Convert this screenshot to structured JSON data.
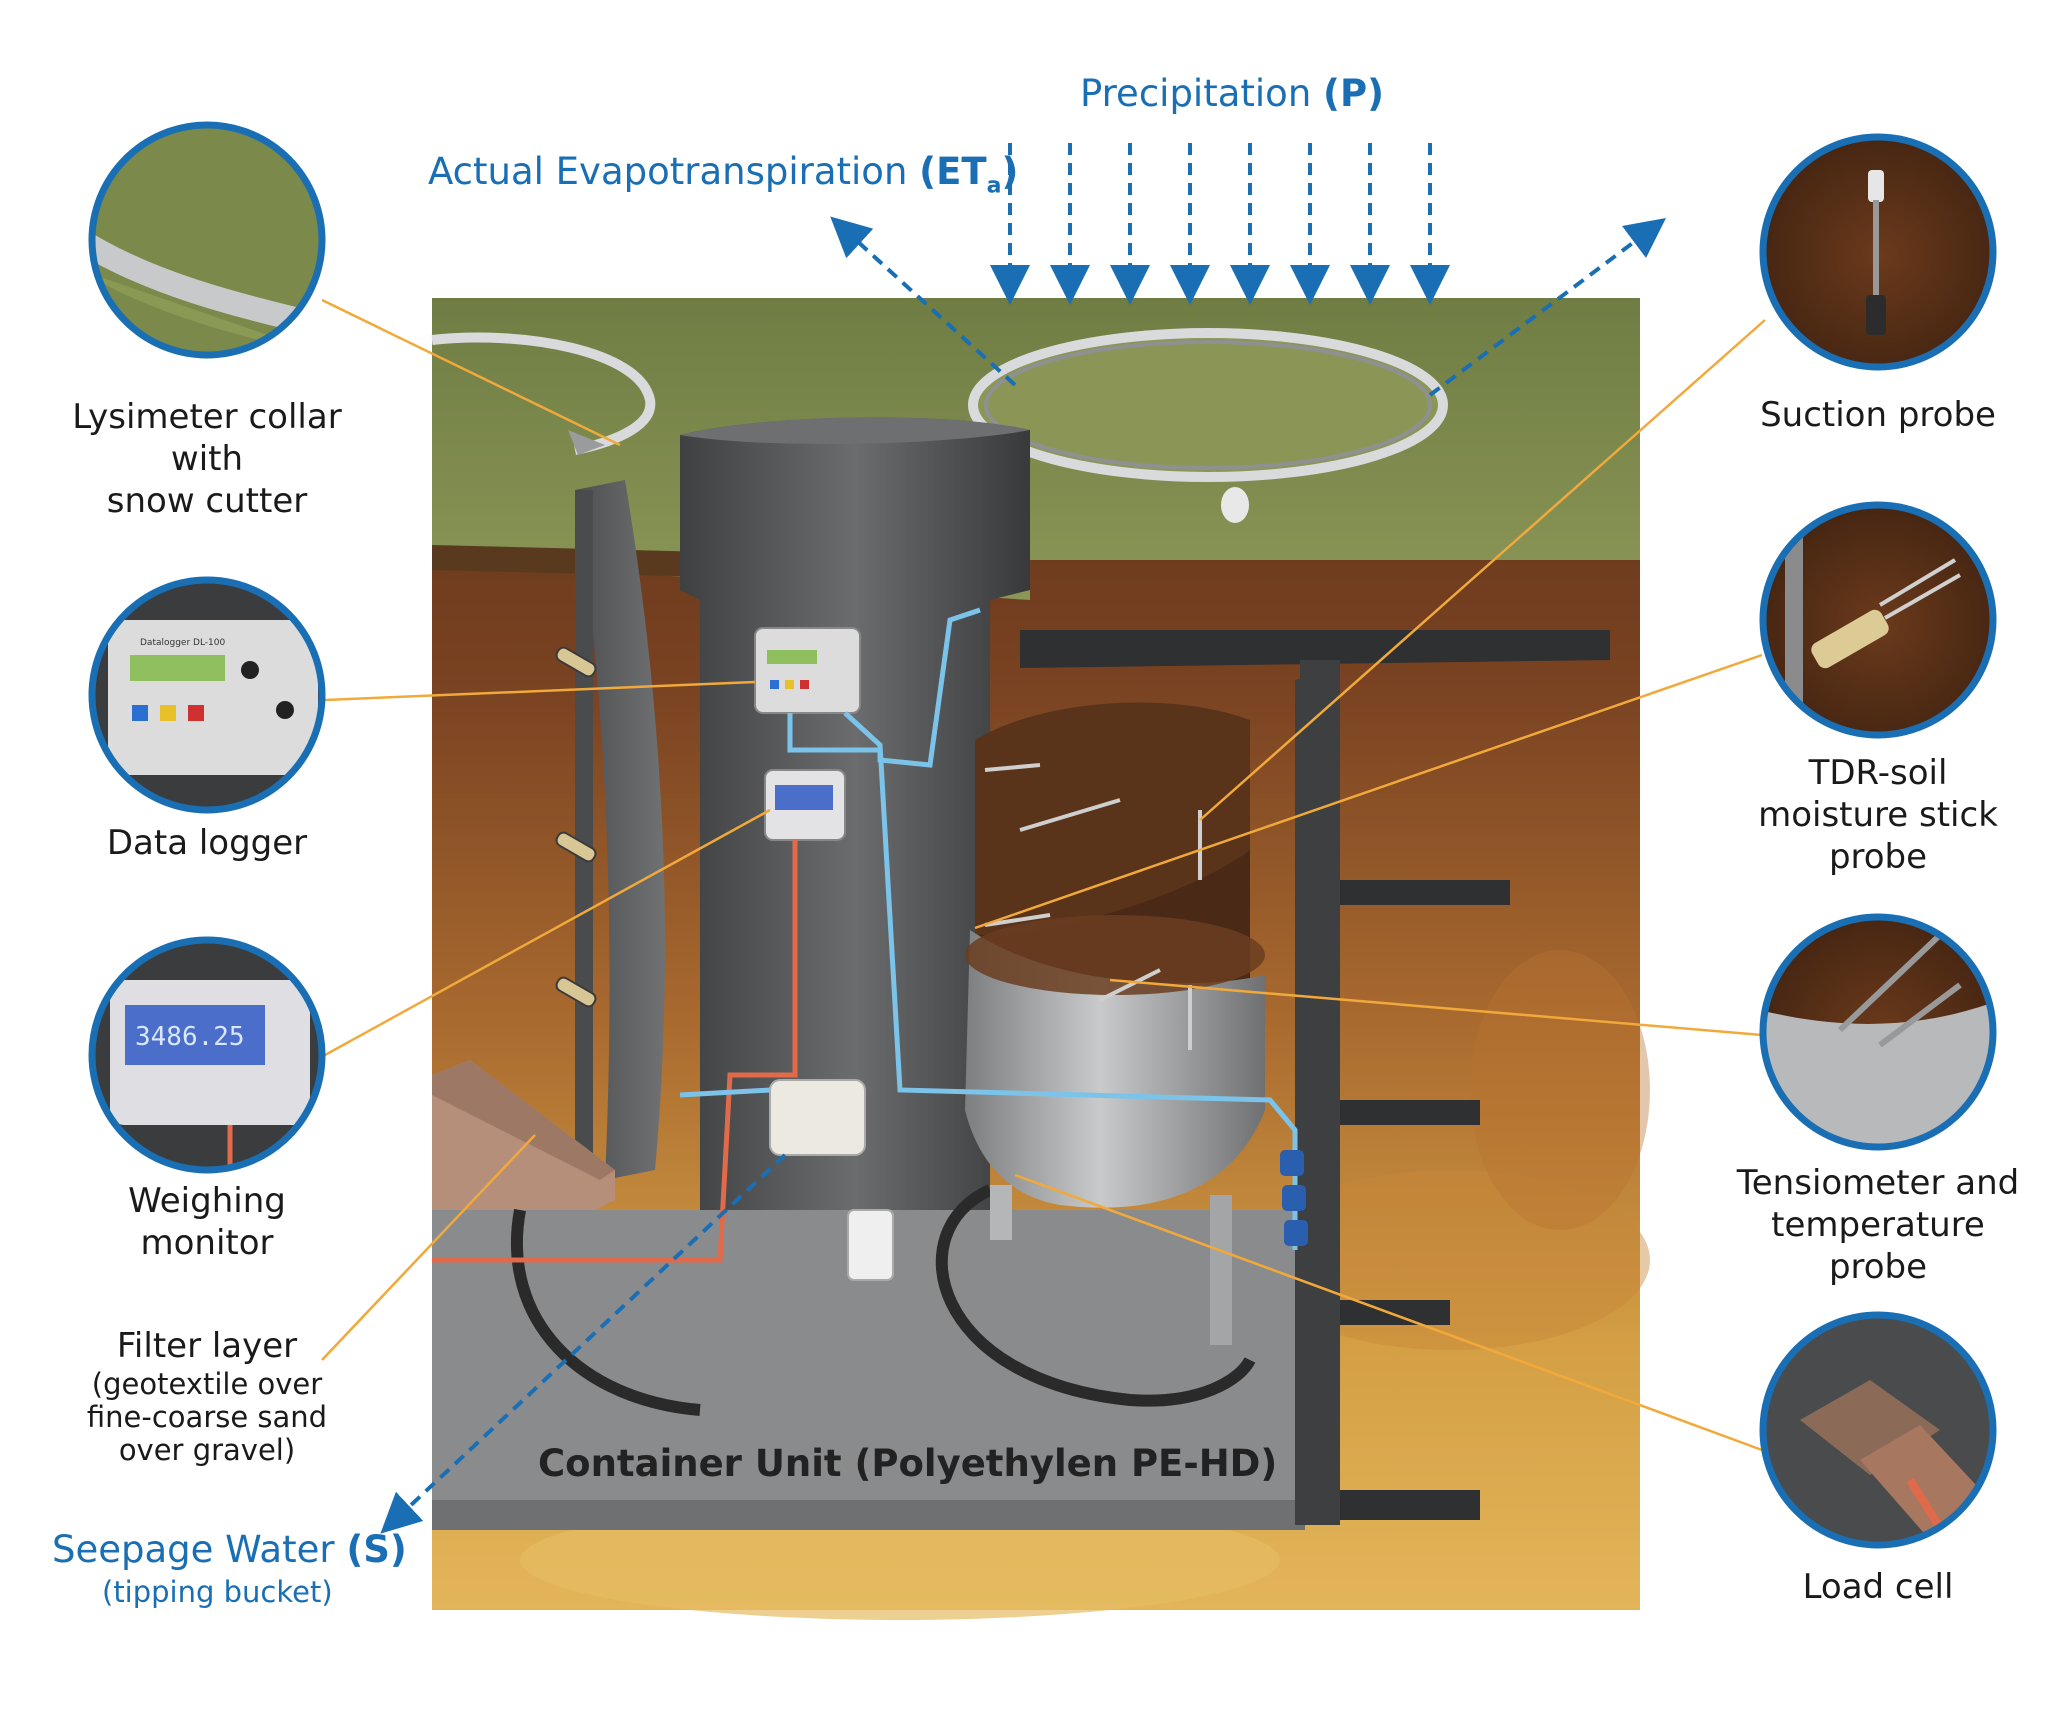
{
  "fluxes": {
    "precipitation": {
      "text": "Precipitation",
      "symbol": "(P)"
    },
    "evapotranspiration": {
      "text": "Actual Evapotranspiration",
      "symbol_open": "(ET",
      "symbol_sub": "a",
      "symbol_close": ")"
    },
    "seepage": {
      "text": "Seepage Water",
      "symbol": "(S)",
      "note": "(tipping bucket)"
    }
  },
  "container_label": "Container Unit (Polyethylen PE-HD)",
  "left_callouts": [
    {
      "lines": [
        "Lysimeter collar",
        "with",
        "snow cutter"
      ]
    },
    {
      "lines": [
        "Data logger"
      ]
    },
    {
      "lines": [
        "Weighing",
        "monitor"
      ]
    },
    {
      "lines": [
        "Filter layer"
      ],
      "sub": [
        "(geotextile over",
        "fine-coarse sand",
        "over gravel)"
      ]
    }
  ],
  "right_callouts": [
    {
      "lines": [
        "Suction probe"
      ]
    },
    {
      "lines": [
        "TDR-soil",
        "moisture stick",
        "probe"
      ]
    },
    {
      "lines": [
        "Tensiometer and",
        "temperature",
        "probe"
      ]
    },
    {
      "lines": [
        "Load cell"
      ]
    }
  ],
  "device_text": {
    "logger_title": "Datalogger DL-100",
    "weigh_display": "3486.25"
  },
  "colors": {
    "label_blue": "#1a6fb4",
    "leader_orange": "#f2a93b",
    "grass": "#7d8a4a",
    "soil_dark": "#6b3a1c",
    "soil_sand": "#d9a441",
    "container_grey": "#5b5c5e",
    "floor_grey": "#8a8b8c",
    "cable_blue": "#7cc3ea",
    "cable_red": "#e06a4a"
  },
  "icons": [
    "lysimeter-collar-inset",
    "data-logger-inset",
    "weighing-monitor-inset",
    "suction-probe-inset",
    "tdr-probe-inset",
    "tensiometer-inset",
    "load-cell-inset"
  ]
}
